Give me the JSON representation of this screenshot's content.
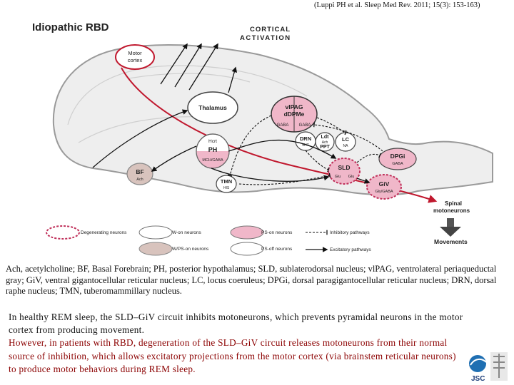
{
  "citation": "(Luppi PH et al. Sleep Med Rev. 2011; 15(3): 153-163)",
  "diagram": {
    "title": "Idiopathic RBD",
    "cortical_activation": [
      "CORTICAL",
      "ACTIVATION"
    ],
    "motor_cortex": [
      "Motor",
      "cortex"
    ],
    "thalamus": "Thalamus",
    "hcrt": "Hcrt",
    "ph": "PH",
    "mch_gaba": "MCH/GABA",
    "bf": "BF",
    "bf_nt": "Ach",
    "tmn": "TMN",
    "tmn_nt": "HIS",
    "vlpag": [
      "vlPAG",
      "dDPMe"
    ],
    "vlpag_gaba_left": "GABA",
    "vlpag_gaba_right": "GABA",
    "drn": "DRN",
    "drn_nt": "5HT",
    "ldt": [
      "Ldt",
      "PPT"
    ],
    "ldt_nt": "Ach",
    "lc": "LC",
    "lc_nt": "NA",
    "sld": "SLD",
    "sld_glu_left": "Glu",
    "sld_glu_right": "Glu",
    "dpgi": "DPGi",
    "dpgi_nt": "GABA",
    "giv": "GiV",
    "giv_nt": "Gly/GABA",
    "spinal": [
      "Spinal",
      "motoneurons"
    ],
    "movements": "Movements",
    "legend": {
      "degenerating": "Degenerating neurons",
      "w_on": "W-on neurons",
      "ps_on": "PS-on neurons",
      "inhibitory": "Inhibitory pathways",
      "w_ps_on": "W/PS-on neurons",
      "ps_off": "PS-off neurons",
      "excitatory": "Excitatory pathways"
    },
    "colors": {
      "ps_on": "#f0b7c9",
      "w_ps_on": "#d8c3bd",
      "degenerating": "#c0305a",
      "red_path": "#c0182e"
    }
  },
  "abbreviations": "Ach, acetylcholine; BF, Basal Forebrain; PH, posterior hypothalamus; SLD, sublaterodorsal nucleus; vlPAG, ventrolateral periaqueductal gray; GiV, ventral gigantocellular reticular nucleus; LC, locus coeruleus; DPGi, dorsal paragigantocellular reticular nucleus; DRN, dorsal raphe nucleus; TMN, tuberomammillary nucleus.",
  "explanation": {
    "healthy": "In healthy REM sleep, the SLD–GiV circuit inhibits motoneurons, which prevents pyramidal neurons in the motor cortex from producing movement.",
    "rbd": "However, in patients with RBD, degeneration of the SLD–GiV circuit releases motoneurons from their normal source of inhibition, which allows excitatory projections from the motor cortex (via brainstem reticular neurons) to produce motor behaviors during REM sleep."
  },
  "logo": {
    "text": "JSC"
  }
}
